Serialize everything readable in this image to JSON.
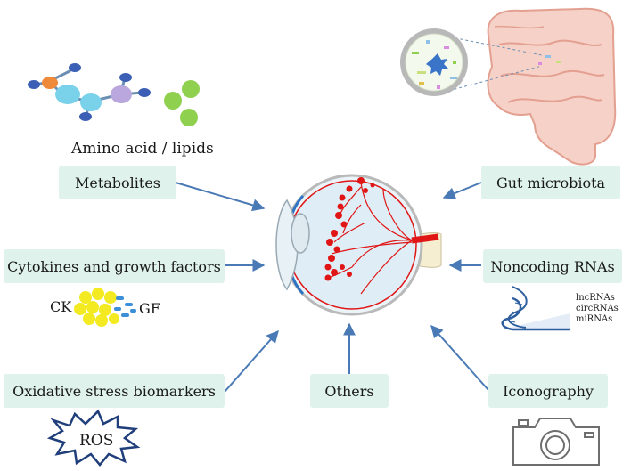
{
  "factors": {
    "metabolites": "Metabolites",
    "gut_microbiota": "Gut microbiota",
    "cytokines": "Cytokines and growth factors",
    "noncoding_rnas": "Noncoding RNAs",
    "oxidative_stress": "Oxidative stress biomarkers",
    "others": "Others",
    "iconography": "Iconography"
  },
  "annotations": {
    "amino_lipids": "Amino acid / lipids",
    "ck": "CK",
    "gf": "GF",
    "lncrnas": "lncRNAs",
    "circrnas": "circRNAs",
    "mirnas": "miRNAs",
    "ros": "ROS"
  },
  "colors": {
    "box_fill": "#dff3ec",
    "arrow": "#4a7ab5",
    "vessel": "#e01515"
  }
}
